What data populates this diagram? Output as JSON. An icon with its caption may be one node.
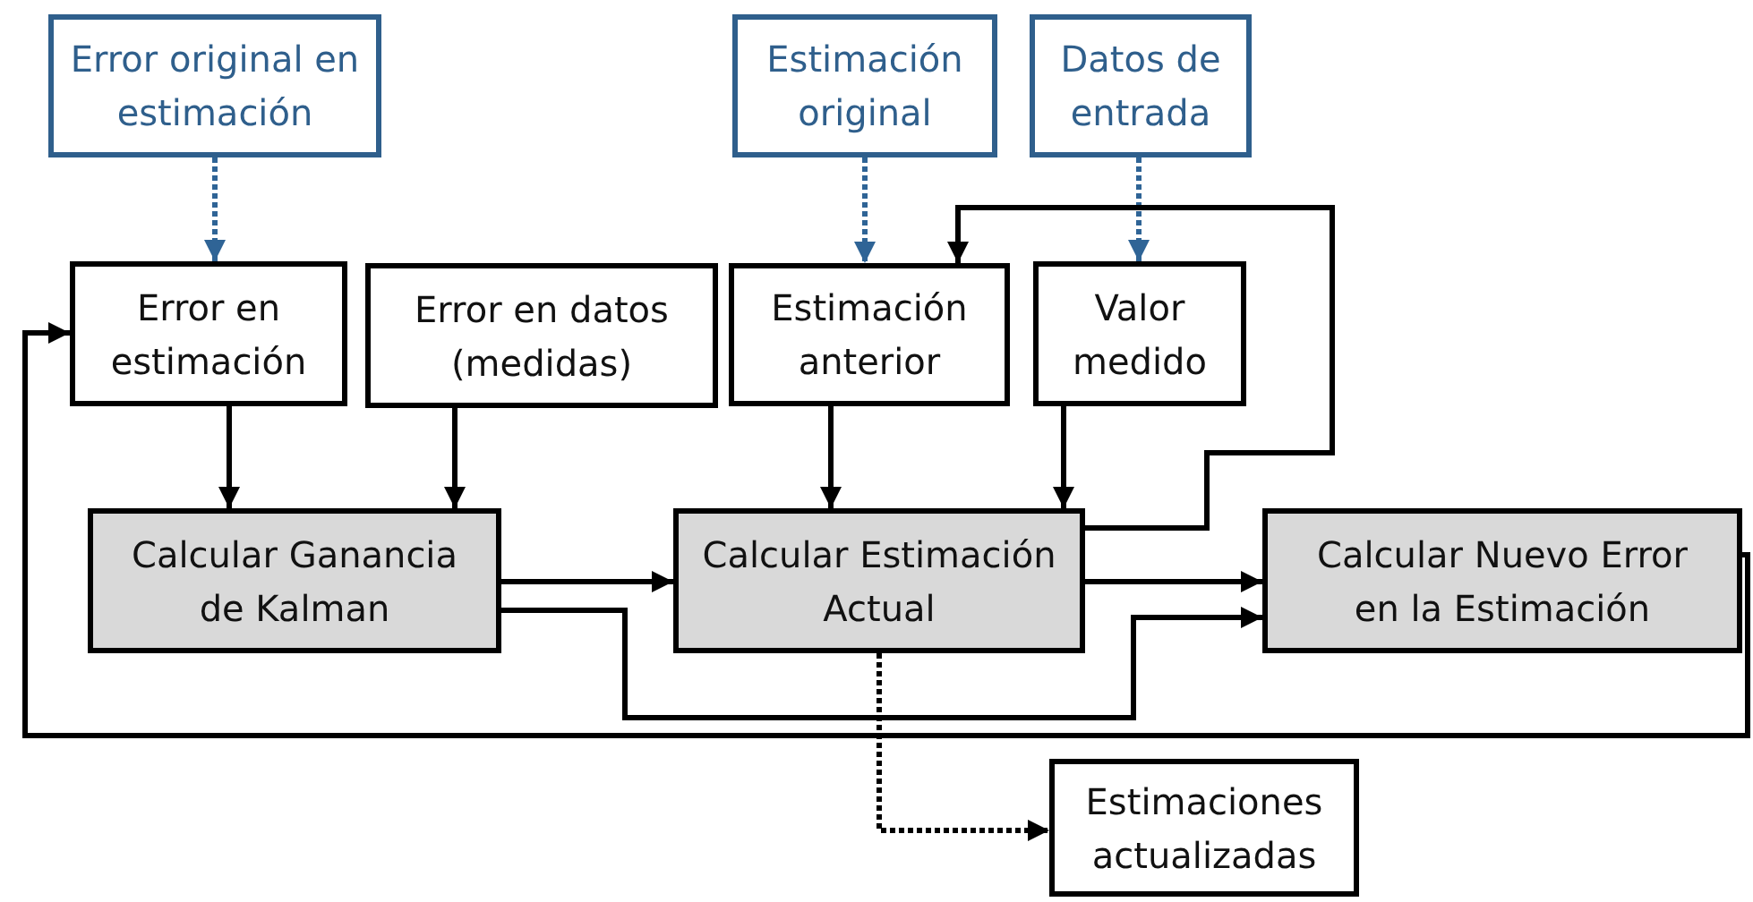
{
  "diagram": {
    "nodes": [
      {
        "text": [
          "Error original en estimación"
        ]
      },
      {
        "text": [
          "Estimación original"
        ]
      },
      {
        "text": [
          "Datos de entrada"
        ]
      },
      {
        "text": [
          "Error en estimación"
        ]
      },
      {
        "text": [
          "Error en datos (medidas)"
        ]
      },
      {
        "text": [
          "Estimación anterior"
        ]
      },
      {
        "text": [
          "Valor medido"
        ]
      },
      {
        "text": [
          "Calcular Ganancia de Kalman"
        ]
      },
      {
        "text": [
          "Calcular Estimación Actual"
        ]
      },
      {
        "text": [
          "Calcular Nuevo Error en la Estimación"
        ]
      },
      {
        "text": [
          "Estimaciones actualizadas"
        ]
      }
    ],
    "edges": [
      {
        "from": 0,
        "to": 3,
        "arrow": "to",
        "style": "dashed",
        "color": "#2f6496"
      },
      {
        "from": 1,
        "to": 5,
        "arrow": "to",
        "style": "dashed",
        "color": "#2f6496"
      },
      {
        "from": 2,
        "to": 6,
        "arrow": "to",
        "style": "dashed",
        "color": "#2f6496"
      },
      {
        "from": 3,
        "to": 7,
        "arrow": "to"
      },
      {
        "from": 4,
        "to": 7,
        "arrow": "to"
      },
      {
        "from": 5,
        "to": 8,
        "arrow": "to"
      },
      {
        "from": 6,
        "to": 8,
        "arrow": "to"
      },
      {
        "from": 7,
        "to": 8,
        "arrow": "to"
      },
      {
        "from": 7,
        "to": 9,
        "arrow": "to"
      },
      {
        "from": 8,
        "to": 9,
        "arrow": "to"
      },
      {
        "from": 8,
        "to": 5,
        "arrow": "to"
      },
      {
        "from": 9,
        "to": 3,
        "arrow": "to"
      },
      {
        "from": 8,
        "to": 10,
        "arrow": "to",
        "style": "dashed"
      }
    ]
  }
}
